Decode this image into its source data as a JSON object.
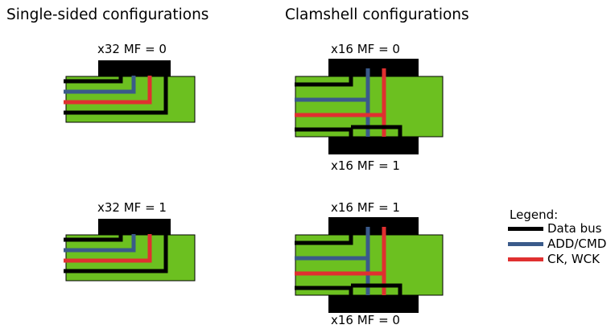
{
  "headers": {
    "single_sided": "Single-sided configurations",
    "clamshell": "Clamshell configurations"
  },
  "labels": {
    "single_top_mf0": "x32 MF = 0",
    "single_bottom_mf1": "x32 MF = 1",
    "clam_top_above": "x16 MF = 0",
    "clam_top_below": "x16 MF = 1",
    "clam_bottom_above": "x16 MF = 1",
    "clam_bottom_below": "x16 MF = 0"
  },
  "legend": {
    "title": "Legend:",
    "items": [
      {
        "label": "Data bus",
        "color": "#000000"
      },
      {
        "label": "ADD/CMD",
        "color": "#3a5a8a"
      },
      {
        "label": "CK, WCK",
        "color": "#e03030"
      }
    ]
  },
  "colors": {
    "chip": "#6cc020",
    "package": "#000000",
    "data_bus": "#000000",
    "add_cmd": "#3a5a8a",
    "ck_wck": "#e03030"
  }
}
